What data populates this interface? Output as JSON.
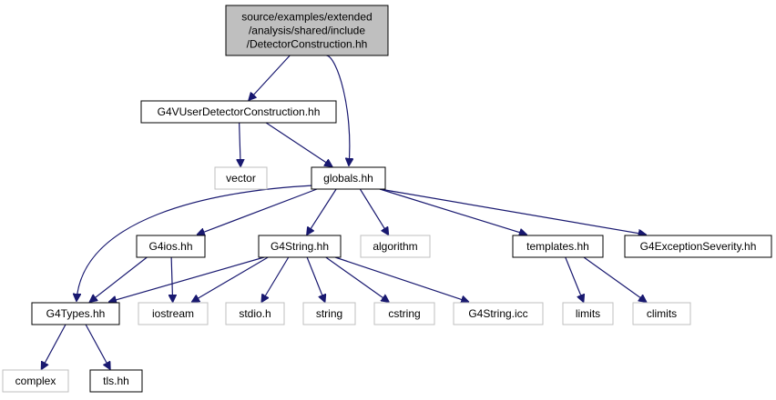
{
  "colors": {
    "edge": "#191970",
    "root_fill": "#bfbfbf",
    "node_border": "#000000",
    "system_border": "#bfbfbf",
    "text": "#000000"
  },
  "nodes": {
    "root": {
      "lines": [
        "source/examples/extended",
        "/analysis/shared/include",
        "/DetectorConstruction.hh"
      ],
      "style": "root"
    },
    "g4vuser": {
      "lines": [
        "G4VUserDetectorConstruction.hh"
      ],
      "style": "normal"
    },
    "vector": {
      "lines": [
        "vector"
      ],
      "style": "system"
    },
    "globals": {
      "lines": [
        "globals.hh"
      ],
      "style": "normal"
    },
    "g4ios": {
      "lines": [
        "G4ios.hh"
      ],
      "style": "normal"
    },
    "g4string": {
      "lines": [
        "G4String.hh"
      ],
      "style": "normal"
    },
    "algorithm": {
      "lines": [
        "algorithm"
      ],
      "style": "system"
    },
    "templates": {
      "lines": [
        "templates.hh"
      ],
      "style": "normal"
    },
    "g4exception": {
      "lines": [
        "G4ExceptionSeverity.hh"
      ],
      "style": "normal"
    },
    "g4types": {
      "lines": [
        "G4Types.hh"
      ],
      "style": "normal"
    },
    "iostream": {
      "lines": [
        "iostream"
      ],
      "style": "system"
    },
    "stdioh": {
      "lines": [
        "stdio.h"
      ],
      "style": "system"
    },
    "string": {
      "lines": [
        "string"
      ],
      "style": "system"
    },
    "cstring": {
      "lines": [
        "cstring"
      ],
      "style": "system"
    },
    "g4stringicc": {
      "lines": [
        "G4String.icc"
      ],
      "style": "system"
    },
    "limits": {
      "lines": [
        "limits"
      ],
      "style": "system"
    },
    "climits": {
      "lines": [
        "climits"
      ],
      "style": "system"
    },
    "complex": {
      "lines": [
        "complex"
      ],
      "style": "system"
    },
    "tlshh": {
      "lines": [
        "tls.hh"
      ],
      "style": "normal"
    }
  },
  "edges": [
    [
      "root",
      "g4vuser"
    ],
    [
      "root",
      "globals"
    ],
    [
      "g4vuser",
      "vector"
    ],
    [
      "g4vuser",
      "globals"
    ],
    [
      "globals",
      "g4types"
    ],
    [
      "globals",
      "g4ios"
    ],
    [
      "globals",
      "g4string"
    ],
    [
      "globals",
      "algorithm"
    ],
    [
      "globals",
      "templates"
    ],
    [
      "globals",
      "g4exception"
    ],
    [
      "g4ios",
      "g4types"
    ],
    [
      "g4ios",
      "iostream"
    ],
    [
      "g4string",
      "g4types"
    ],
    [
      "g4string",
      "iostream"
    ],
    [
      "g4string",
      "stdioh"
    ],
    [
      "g4string",
      "string"
    ],
    [
      "g4string",
      "cstring"
    ],
    [
      "g4string",
      "g4stringicc"
    ],
    [
      "templates",
      "limits"
    ],
    [
      "templates",
      "climits"
    ],
    [
      "g4types",
      "complex"
    ],
    [
      "g4types",
      "tlshh"
    ]
  ]
}
